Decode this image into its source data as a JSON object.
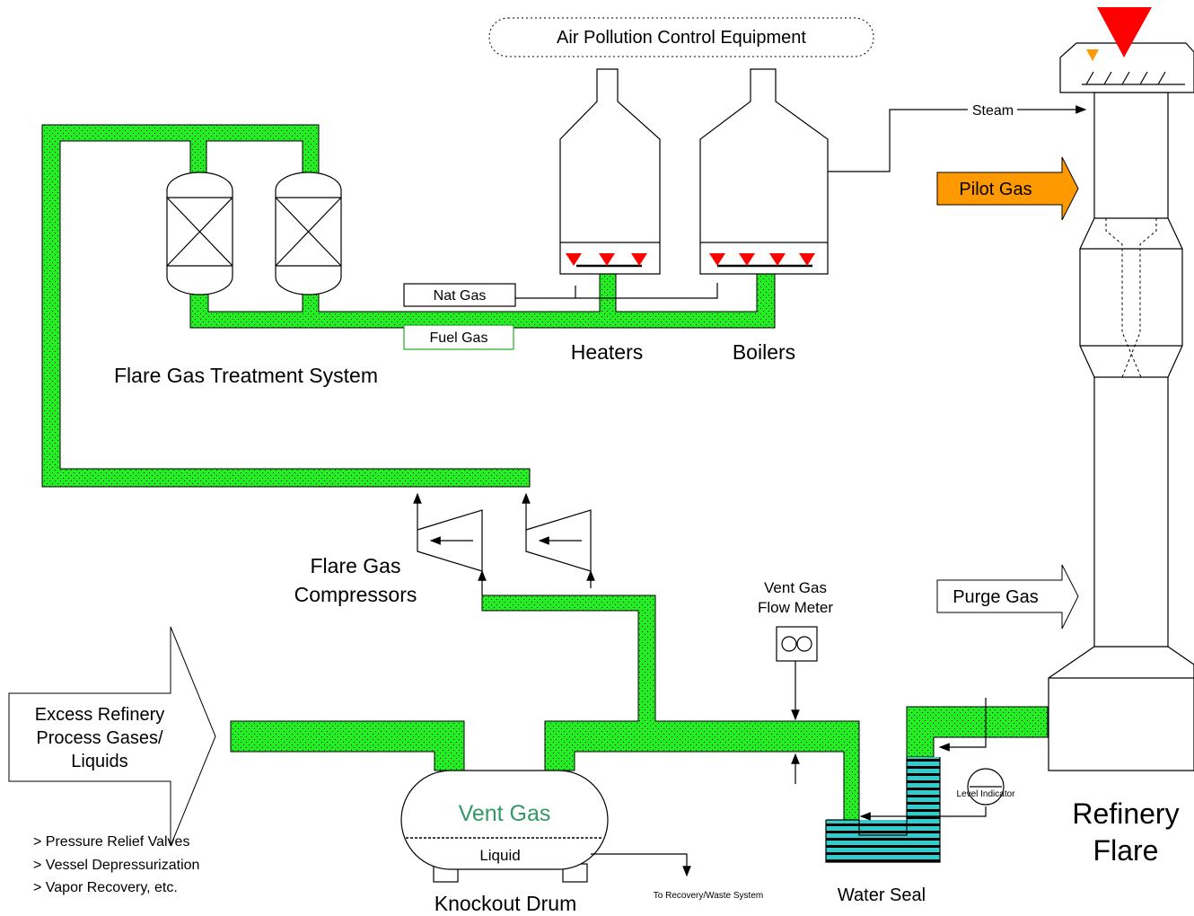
{
  "labels": {
    "air_pollution": "Air Pollution Control Equipment",
    "steam": "Steam",
    "pilot_gas": "Pilot Gas",
    "purge_gas": "Purge Gas",
    "nat_gas": "Nat Gas",
    "fuel_gas": "Fuel Gas",
    "heaters": "Heaters",
    "boilers": "Boilers",
    "treatment_system": "Flare Gas Treatment System",
    "compressors_line1": "Flare Gas",
    "compressors_line2": "Compressors",
    "vent_meter_line1": "Vent Gas",
    "vent_meter_line2": "Flow Meter",
    "excess_line1": "Excess Refinery",
    "excess_line2": "Process Gases/",
    "excess_line3": "Liquids",
    "bullet1": "> Pressure Relief Valves",
    "bullet2": "> Vessel Depressurization",
    "bullet3": "> Vapor Recovery, etc.",
    "vent_gas": "Vent Gas",
    "liquid": "Liquid",
    "knockout_drum": "Knockout Drum",
    "to_recovery": "To Recovery/Waste System",
    "water_seal": "Water Seal",
    "level_indicator": "Level Indicator",
    "refinery_line1": "Refinery",
    "refinery_line2": "Flare"
  },
  "colors": {
    "gas_green": "#22ee22",
    "flame_red": "#ff0000",
    "pilot_orange": "#ff9900",
    "water_teal": "#33cccc",
    "vent_gas_text": "#339966",
    "fuel_gas_border": "#22aa22"
  }
}
